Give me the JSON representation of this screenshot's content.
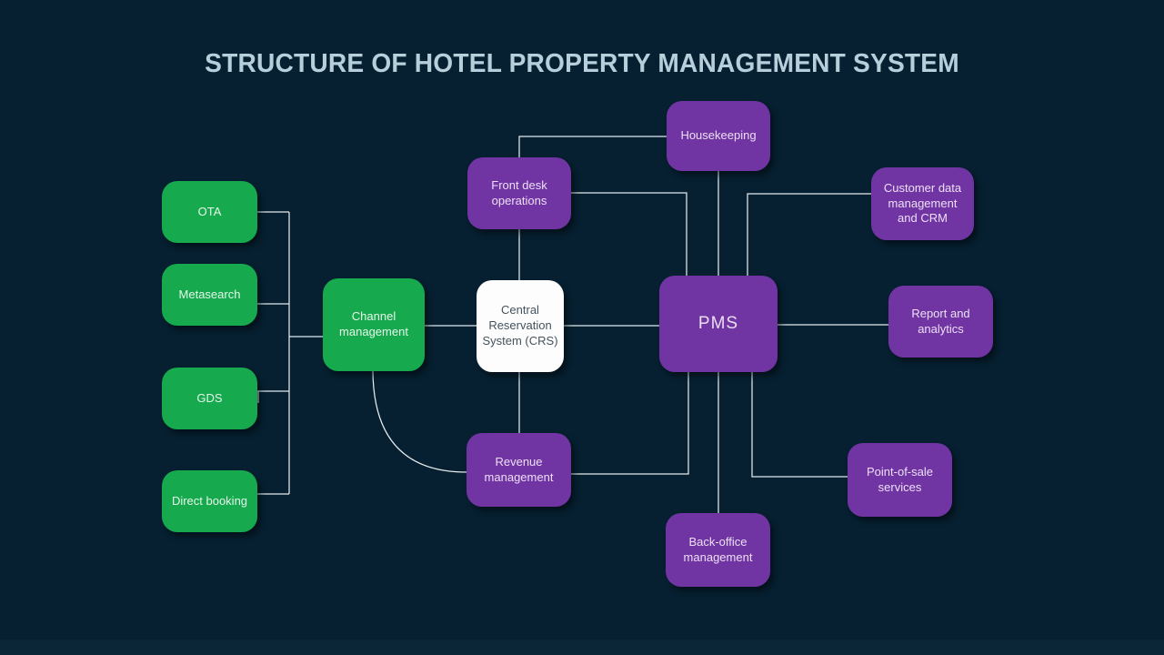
{
  "title": "STRUCTURE OF HOTEL PROPERTY MANAGEMENT SYSTEM",
  "colors": {
    "background": "#062031",
    "green_node": "#17a94e",
    "purple_node": "#7135a3",
    "white_node": "#fdfdfd",
    "connector": "#e4ebee",
    "title_text": "#b7cedb"
  },
  "diagram": {
    "nodes": [
      {
        "id": "ota",
        "label": "OTA",
        "type": "green"
      },
      {
        "id": "metasearch",
        "label": "Metasearch",
        "type": "green"
      },
      {
        "id": "gds",
        "label": "GDS",
        "type": "green"
      },
      {
        "id": "direct-booking",
        "label": "Direct booking",
        "type": "green"
      },
      {
        "id": "channel-management",
        "label": "Channel management",
        "type": "green"
      },
      {
        "id": "crs",
        "label": "Central Reservation System (CRS)",
        "type": "white"
      },
      {
        "id": "front-desk-operations",
        "label": "Front desk operations",
        "type": "purple"
      },
      {
        "id": "housekeeping",
        "label": "Housekeeping",
        "type": "purple"
      },
      {
        "id": "customer-data-crm",
        "label": "Customer data management and CRM",
        "type": "purple"
      },
      {
        "id": "pms",
        "label": "PMS",
        "type": "purple"
      },
      {
        "id": "report-analytics",
        "label": "Report and analytics",
        "type": "purple"
      },
      {
        "id": "revenue-management",
        "label": "Revenue management",
        "type": "purple"
      },
      {
        "id": "pos-services",
        "label": "Point-of-sale services",
        "type": "purple"
      },
      {
        "id": "back-office-management",
        "label": "Back-office management",
        "type": "purple"
      }
    ],
    "edges": [
      {
        "from": "ota",
        "to": "channel-management"
      },
      {
        "from": "metasearch",
        "to": "channel-management"
      },
      {
        "from": "gds",
        "to": "channel-management"
      },
      {
        "from": "direct-booking",
        "to": "channel-management"
      },
      {
        "from": "channel-management",
        "to": "crs"
      },
      {
        "from": "channel-management",
        "to": "revenue-management"
      },
      {
        "from": "crs",
        "to": "front-desk-operations"
      },
      {
        "from": "crs",
        "to": "revenue-management"
      },
      {
        "from": "crs",
        "to": "pms"
      },
      {
        "from": "front-desk-operations",
        "to": "housekeeping"
      },
      {
        "from": "front-desk-operations",
        "to": "pms"
      },
      {
        "from": "housekeeping",
        "to": "pms"
      },
      {
        "from": "customer-data-crm",
        "to": "pms"
      },
      {
        "from": "pms",
        "to": "report-analytics"
      },
      {
        "from": "pms",
        "to": "revenue-management"
      },
      {
        "from": "pms",
        "to": "back-office-management"
      },
      {
        "from": "pms",
        "to": "pos-services"
      }
    ]
  }
}
